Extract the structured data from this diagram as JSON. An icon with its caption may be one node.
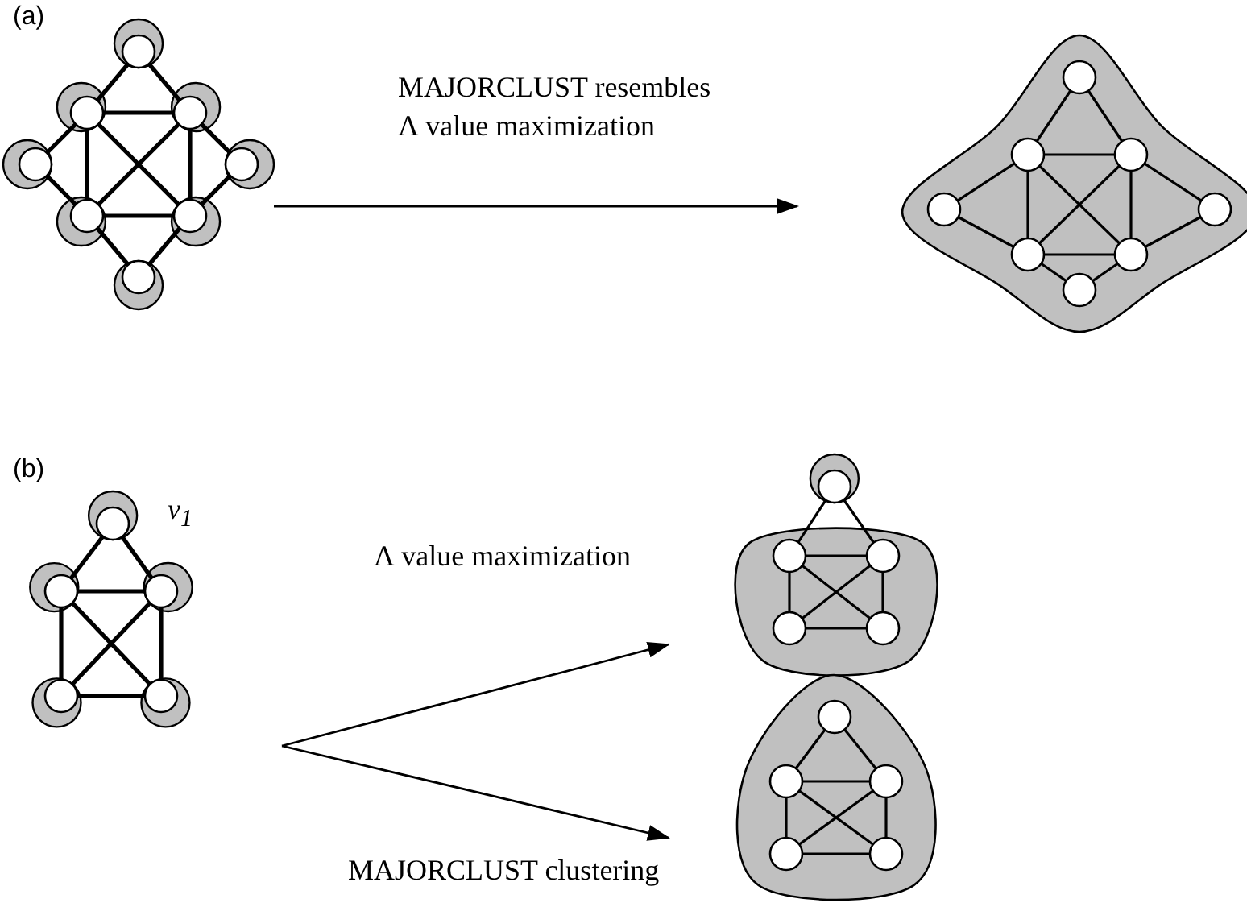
{
  "diagram": {
    "nodes": [
      {
        "text": [],
        "shape": "picture"
      },
      {
        "text": [],
        "shape": "picture"
      },
      {
        "text": [],
        "shape": "picture"
      },
      {
        "text": [],
        "shape": "picture"
      },
      {
        "text": [],
        "shape": "picture"
      }
    ],
    "edges": [
      {
        "from": 0,
        "to": 1,
        "arrow": "to",
        "label": "MAJORCLUST resembles Λ value maximization"
      },
      {
        "from": 2,
        "to": 3,
        "arrow": "to",
        "label": "Λ value maximization"
      },
      {
        "from": 2,
        "to": 4,
        "arrow": "to",
        "label": "MAJORCLUST clustering"
      }
    ],
    "labels": [
      "(a)",
      "(b)",
      "v$_{1}$"
    ]
  }
}
